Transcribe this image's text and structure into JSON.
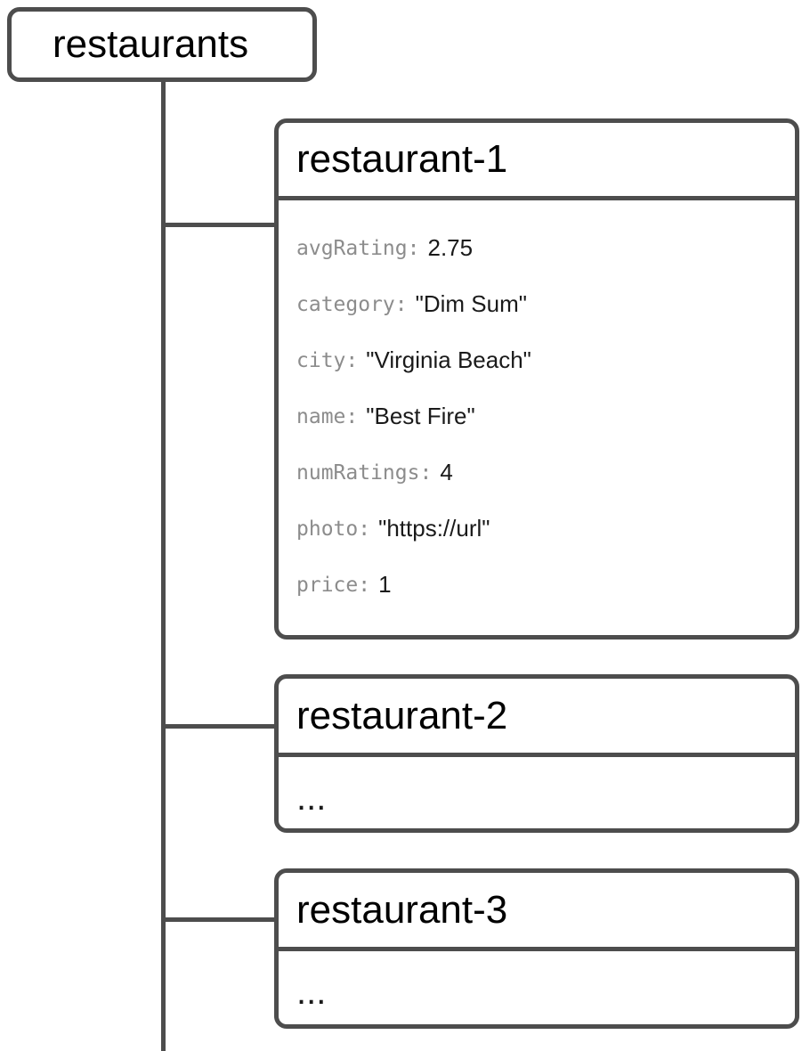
{
  "diagram": {
    "type": "firestore-collection-tree",
    "stroke_color": "#4d4d4d",
    "background_color": "#ffffff",
    "key_color": "#8c8c8c",
    "value_color": "#1a1a1a",
    "root": {
      "label": "restaurants",
      "kind": "collection"
    },
    "documents": [
      {
        "id": "restaurant-1",
        "kind": "document",
        "fields": [
          {
            "key": "avgRating",
            "value": "2.75"
          },
          {
            "key": "category",
            "value": "\"Dim Sum\""
          },
          {
            "key": "city",
            "value": "\"Virginia Beach\""
          },
          {
            "key": "name",
            "value": "\"Best Fire\""
          },
          {
            "key": "numRatings",
            "value": "4"
          },
          {
            "key": "photo",
            "value": "\"https://url\""
          },
          {
            "key": "price",
            "value": "1"
          }
        ]
      },
      {
        "id": "restaurant-2",
        "kind": "document",
        "ellipsis": "...",
        "fields": []
      },
      {
        "id": "restaurant-3",
        "kind": "document",
        "ellipsis": "...",
        "fields": []
      }
    ]
  }
}
